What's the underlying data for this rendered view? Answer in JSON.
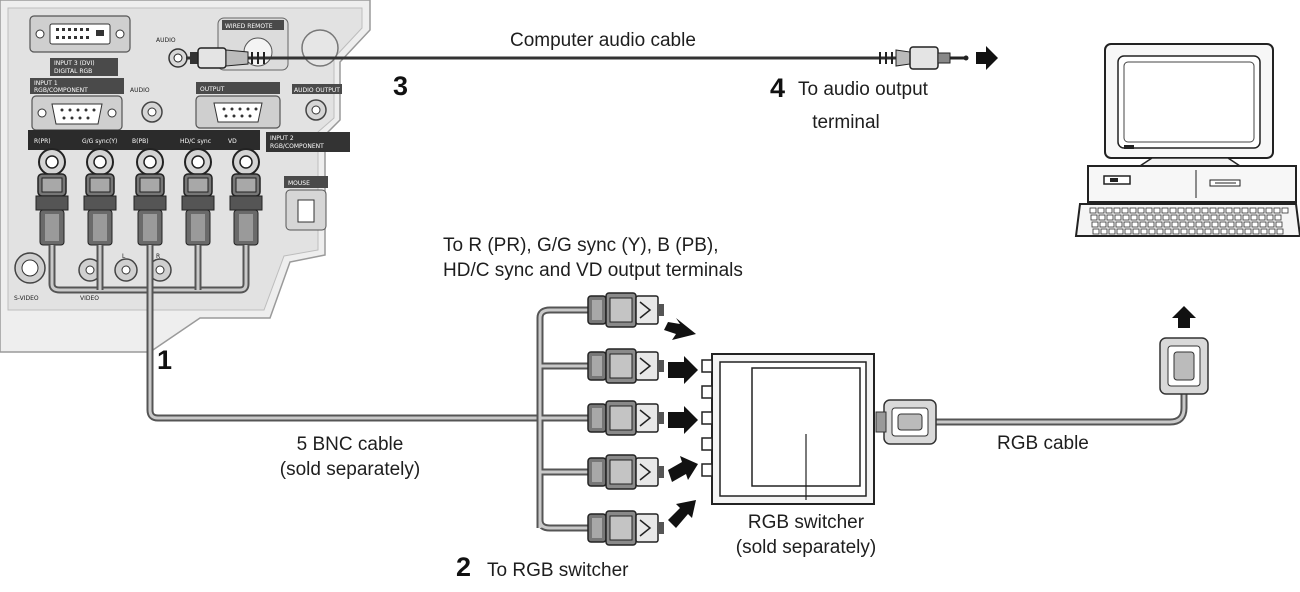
{
  "labels": {
    "computer_audio_cable": "Computer audio cable",
    "to_audio_output_line1": "To audio output",
    "to_audio_output_line2": "terminal",
    "to_terminals_line1": "To R (PR), G/G sync (Y), B (PB),",
    "to_terminals_line2": "HD/C sync and VD output terminals",
    "bnc_cable_line1": "5 BNC cable",
    "bnc_cable_line2": "(sold separately)",
    "to_rgb_switcher": "To RGB switcher",
    "rgb_switcher_line1": "RGB switcher",
    "rgb_switcher_line2": "(sold separately)",
    "rgb_cable": "RGB cable"
  },
  "steps": {
    "s1": "1",
    "s2": "2",
    "s3": "3",
    "s4": "4"
  },
  "panel": {
    "audio_in": "AUDIO",
    "wired_remote": "WIRED REMOTE",
    "input3": "INPUT 3 (DVI)",
    "input3_sub": "DIGITAL RGB",
    "input1": "INPUT 1",
    "input1_sub": "RGB/COMPONENT",
    "audio_mid": "AUDIO",
    "output": "OUTPUT",
    "audio_output": "AUDIO OUTPUT",
    "input2": "INPUT 2",
    "input2_sub": "RGB/COMPONENT",
    "bnc_labels": [
      "R(PR)",
      "G/G sync(Y)",
      "B(PB)",
      "HD/C sync",
      "VD"
    ],
    "mouse": "MOUSE",
    "svideo": "S-VIDEO",
    "video": "VIDEO",
    "lr": "L",
    "lr2": "R"
  }
}
